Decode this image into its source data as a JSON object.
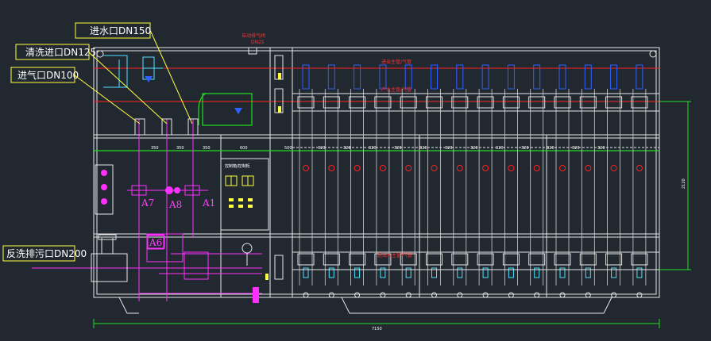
{
  "callouts": {
    "inlet": "进水口DN150",
    "wash_inlet": "清洗进口DN125",
    "air_inlet": "进气口DN100",
    "backwash_drain": "反洗排污口DN200"
  },
  "red_labels": {
    "auto_vent": "自动排气阀",
    "auto_vent_sub": "DN25",
    "top_a": "进出主管/气管",
    "top_b": "产水主管/气管",
    "bottom_a": "进出水主管/气管"
  },
  "valves": [
    "A7",
    "A8",
    "A1",
    "A6"
  ],
  "dims": {
    "top_row": [
      "350",
      "350",
      "350",
      "600",
      "500",
      "320",
      "320",
      "320",
      "320",
      "320",
      "320",
      "320",
      "320",
      "320",
      "320",
      "320",
      "320"
    ],
    "total_width": "7150",
    "height": "2120"
  },
  "panel": {
    "title": "控制箱/控制柜"
  },
  "colors": {
    "background": "#212830",
    "frame": "#e6e6e6",
    "red_pipe": "#ff2020",
    "green_pipe": "#20e020",
    "magenta_pipe": "#ff30ff",
    "blue_pipe": "#3060ff",
    "cyan": "#50e0ff",
    "yellow": "#ffff40"
  }
}
